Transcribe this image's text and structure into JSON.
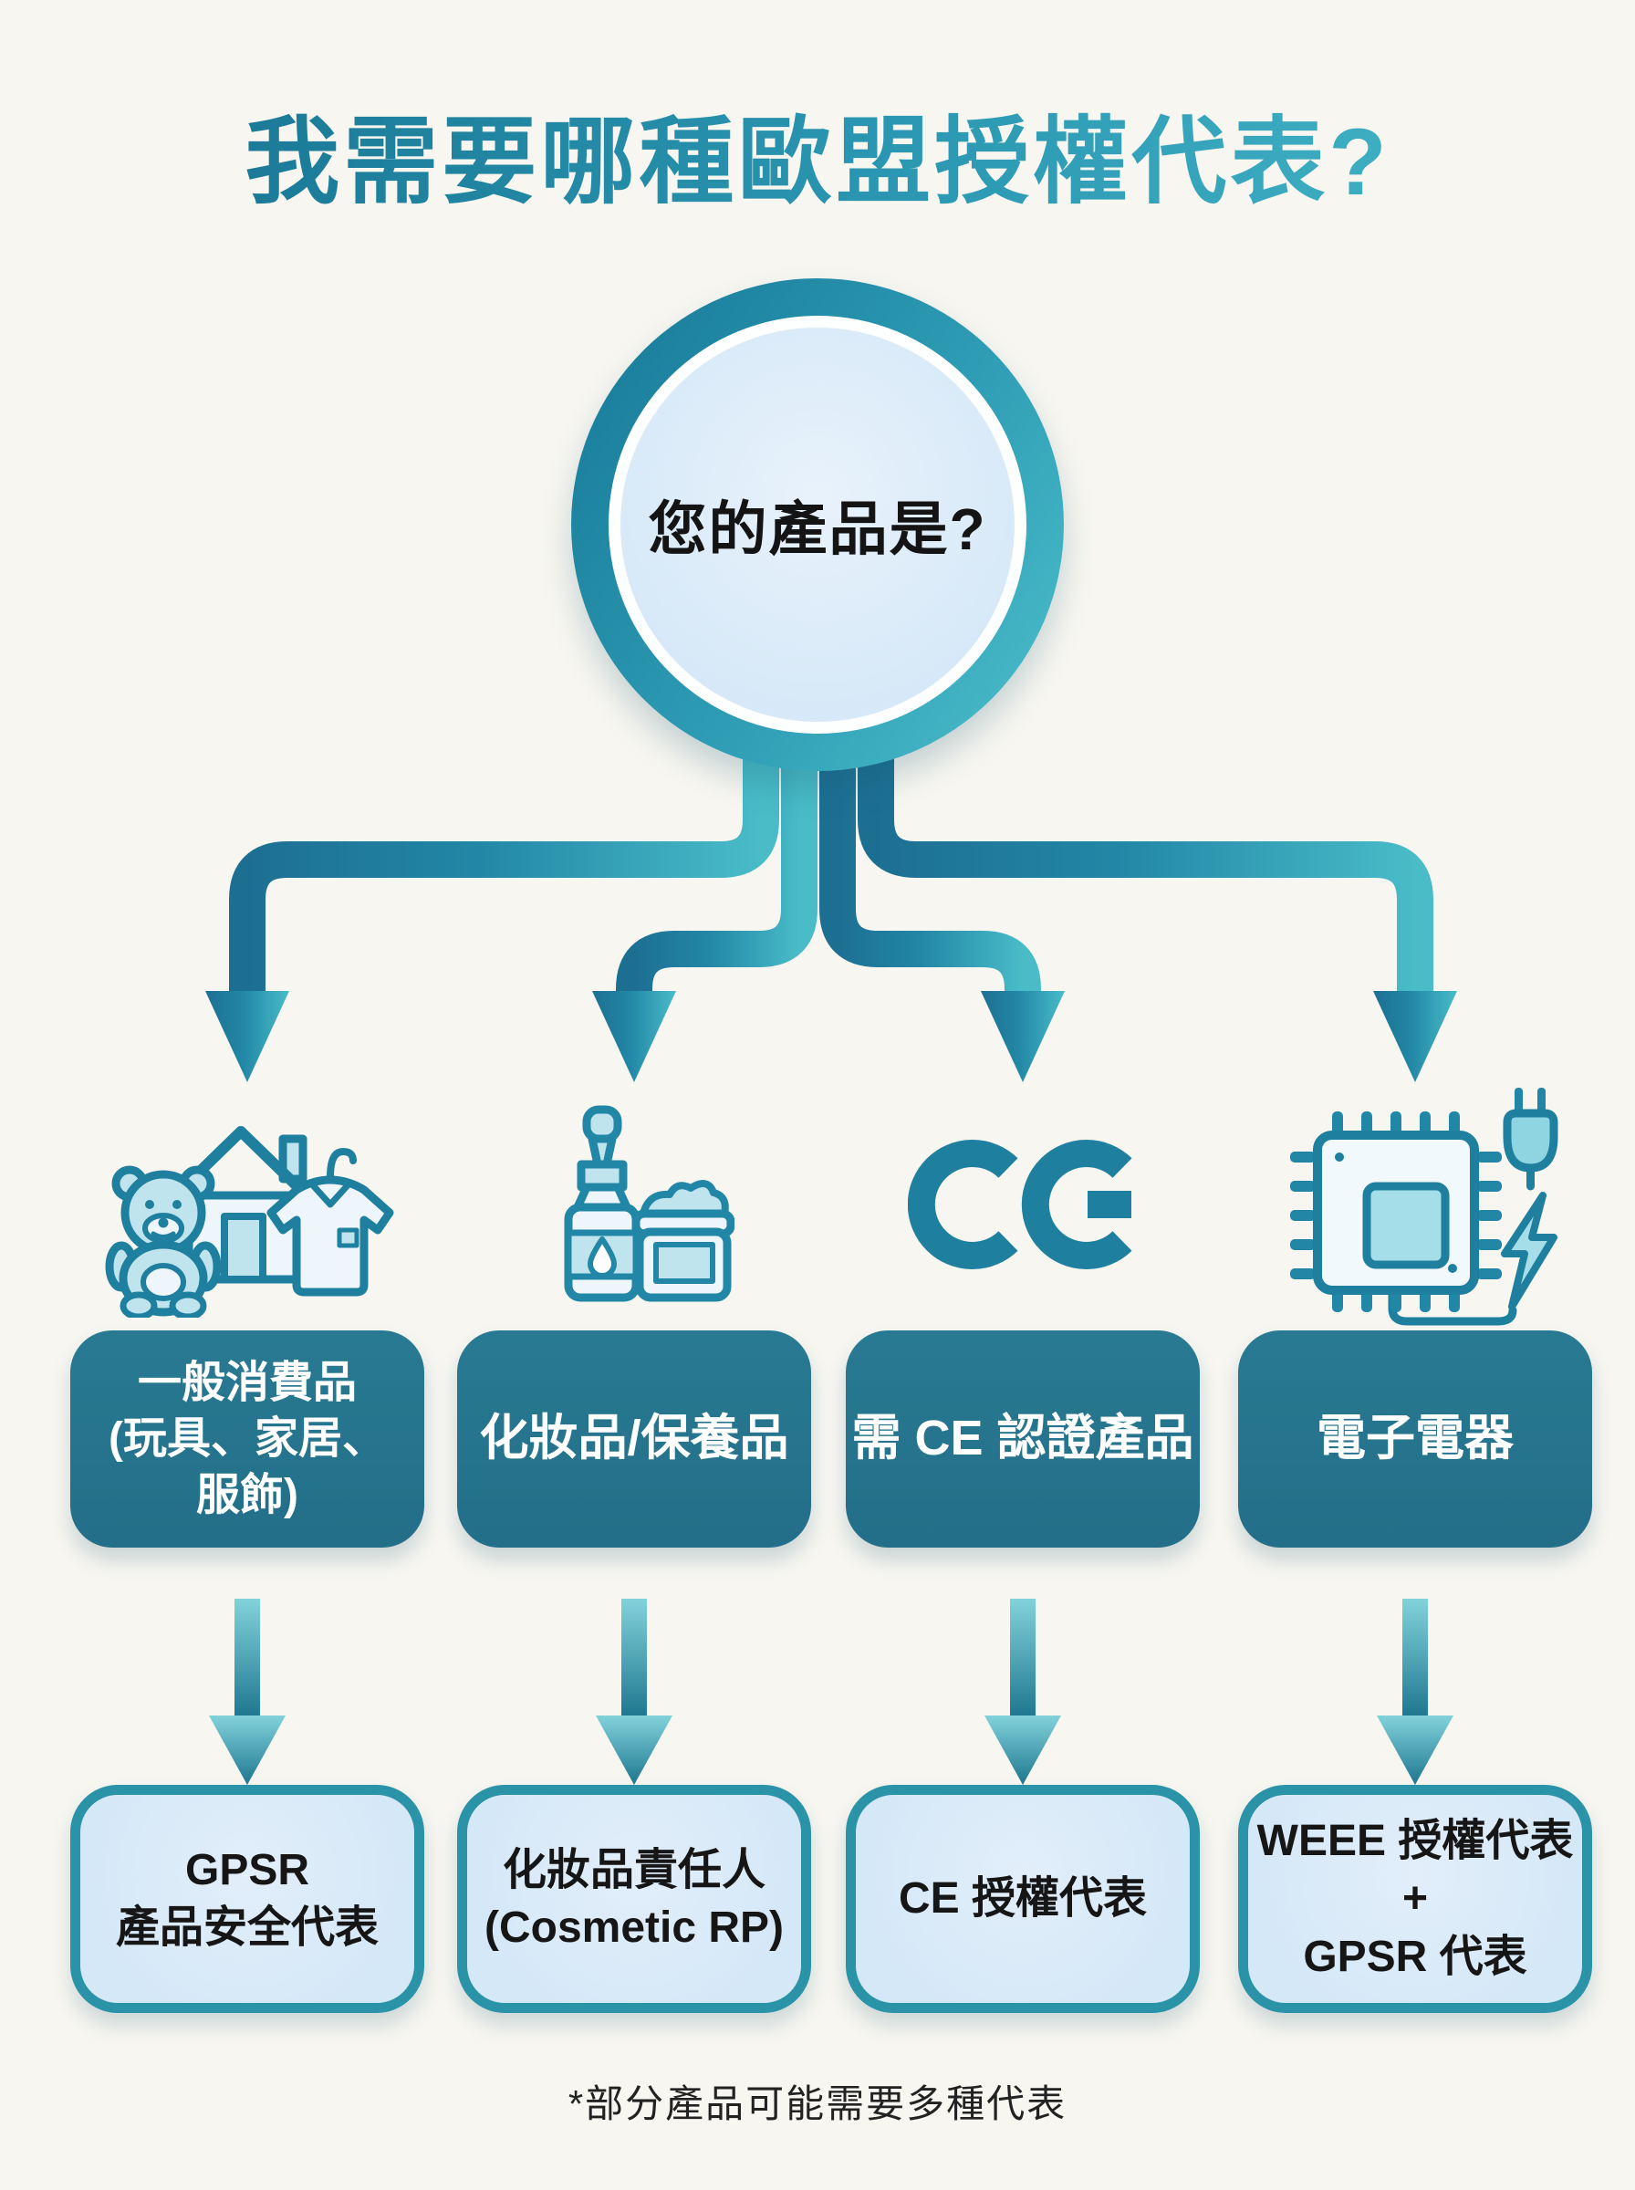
{
  "title": "我需要哪種歐盟授權代表?",
  "root": {
    "question": "您的產品是?"
  },
  "categories": [
    {
      "icon": "consumer-goods-icon",
      "lines": [
        "一般消費品",
        "(玩具、家居、",
        "服飾)"
      ]
    },
    {
      "icon": "cosmetics-icon",
      "lines": [
        "化妝品/保養品"
      ]
    },
    {
      "icon": "ce-mark-icon",
      "lines": [
        "需 CE 認證產品"
      ]
    },
    {
      "icon": "electronics-icon",
      "lines": [
        "電子電器"
      ]
    }
  ],
  "results": [
    {
      "lines": [
        "GPSR",
        "產品安全代表"
      ]
    },
    {
      "lines": [
        "化妝品責任人",
        "(Cosmetic RP)"
      ]
    },
    {
      "lines": [
        "CE 授權代表"
      ]
    },
    {
      "lines": [
        "WEEE 授權代表",
        "+",
        "GPSR 代表"
      ]
    }
  ],
  "footnote": "*部分產品可能需要多種代表",
  "colors": {
    "background": "#f7f6f1",
    "pipe_dark": "#1d6f92",
    "pipe_mid": "#2287a6",
    "pipe_light": "#49bcc8",
    "category_fill": "#26748d",
    "result_fill": "#d7e9f7",
    "result_border": "#2b93a8",
    "circle_fill": "#d9eaf8",
    "circle_ring_dark": "#1a7e9c",
    "circle_ring_light": "#4cc0cb",
    "icon_outline": "#1f7f9e",
    "icon_light_fill": "#bfe4ee",
    "icon_white_fill": "#eef6fc",
    "text_dark": "#1a1a1a",
    "text_white": "#ffffff"
  }
}
